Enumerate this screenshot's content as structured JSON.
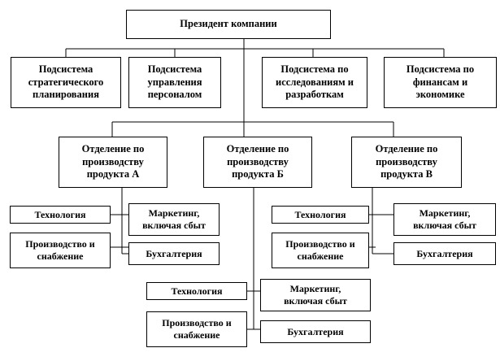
{
  "president": "Президент компании",
  "subsystems": [
    "Подсистема\nстратегического\nпланирования",
    "Подсистема\nуправления\nперсоналом",
    "Подсистема по\nисследованиям и\nразработкам",
    "Подсистема по\nфинансам и\nэкономике"
  ],
  "divisions": [
    "Отделение по\nпроизводству\nпродукта А",
    "Отделение по\nпроизводству\nпродукта Б",
    "Отделение по\nпроизводству\nпродукта В"
  ],
  "departments": {
    "technology": "Технология",
    "production": "Производство и\nснабжение",
    "marketing": "Маркетинг,\nвключая сбыт",
    "accounting": "Бухгалтерия"
  }
}
